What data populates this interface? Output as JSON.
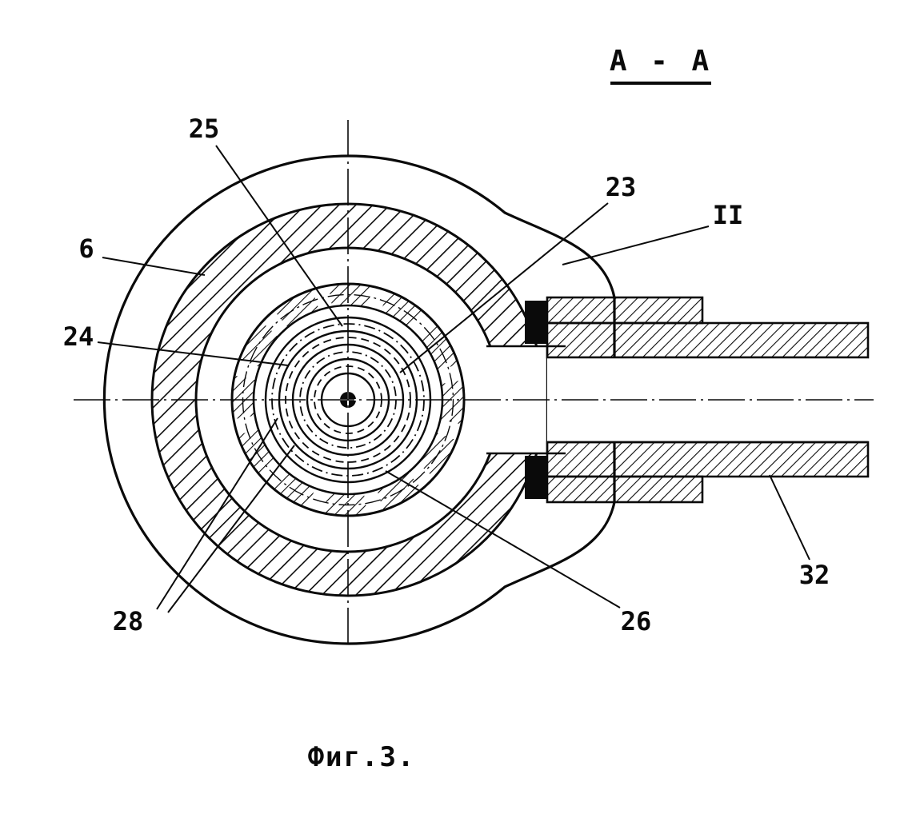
{
  "figure": {
    "section_label": "А - А",
    "caption": "Фиг.3.",
    "part_labels": {
      "p25": "25",
      "p23": "23",
      "pII": "II",
      "p6": "6",
      "p24": "24",
      "p28": "28",
      "p26": "26",
      "p32": "32"
    }
  }
}
